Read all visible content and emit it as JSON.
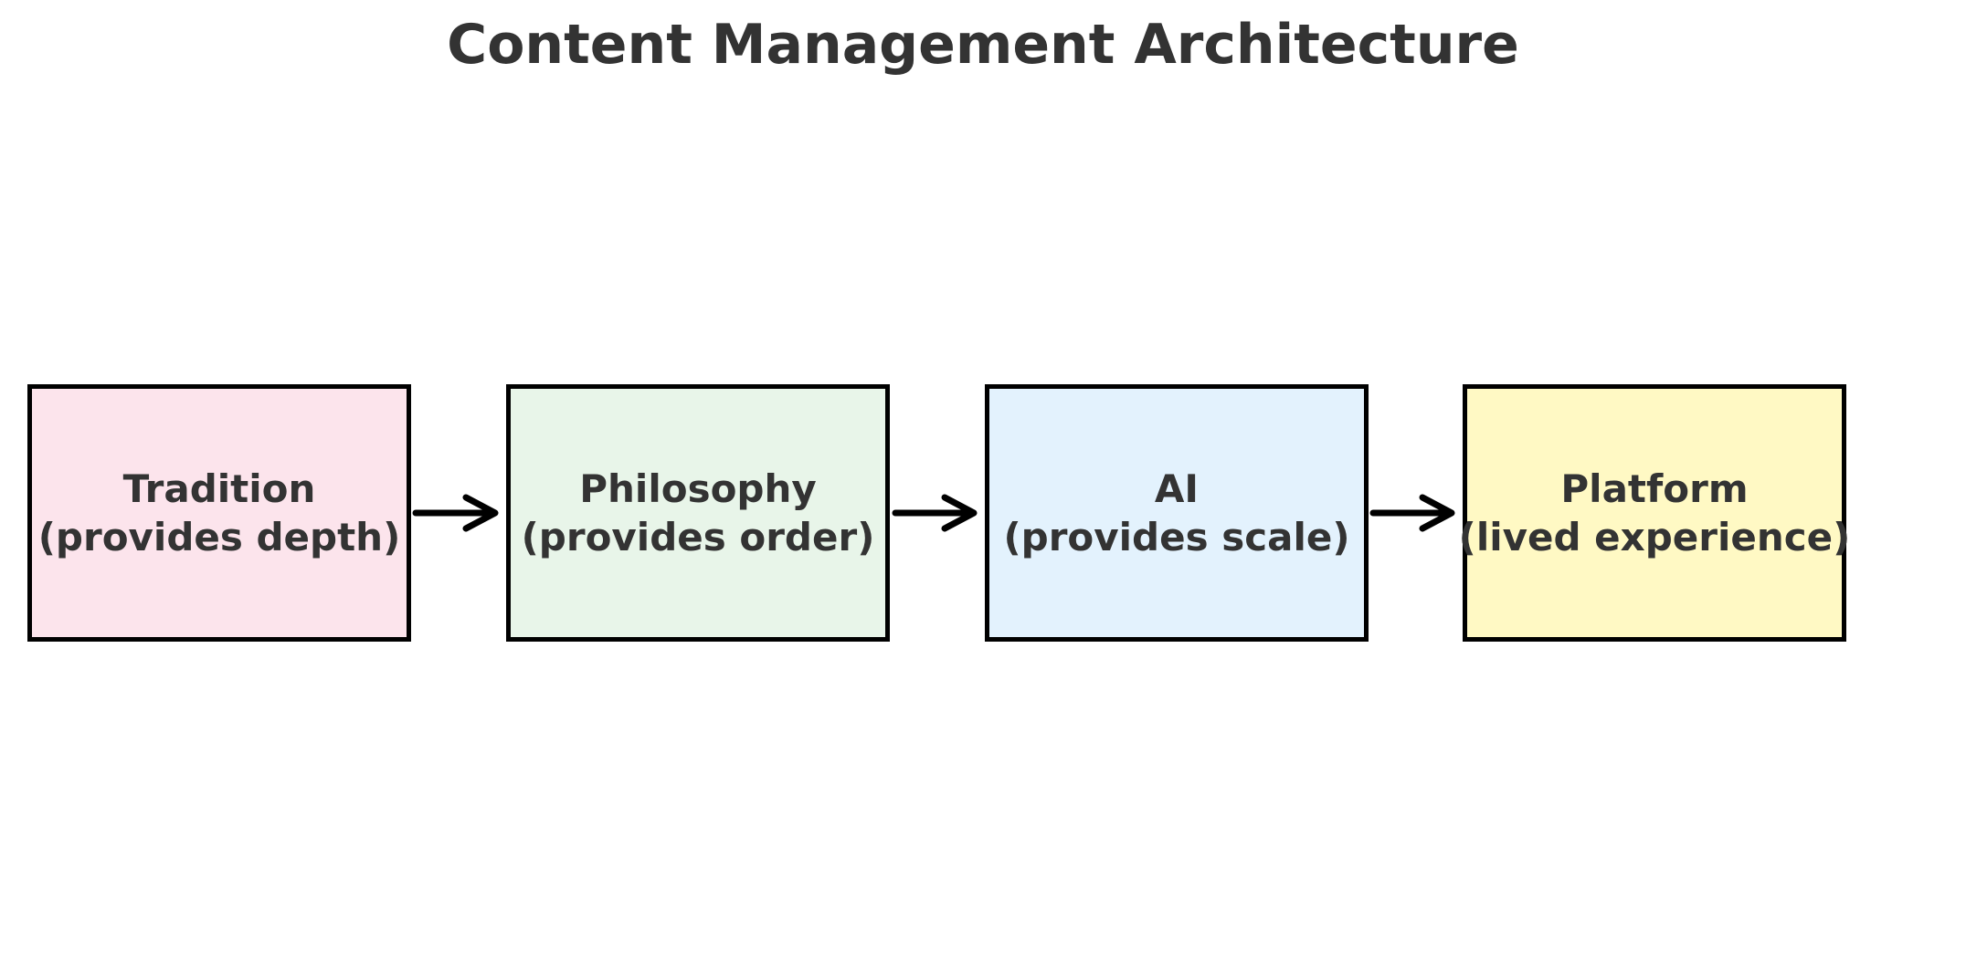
{
  "title": "Content Management Architecture",
  "colors": {
    "background": "#ffffff",
    "title_text": "#333333",
    "node_text": "#333333",
    "node_border": "#000000",
    "arrow": "#000000"
  },
  "diagram": {
    "nodes": [
      {
        "id": "tradition",
        "line1": "Tradition",
        "line2": "(provides depth)",
        "fill": "#fce4ec"
      },
      {
        "id": "philosophy",
        "line1": "Philosophy",
        "line2": "(provides order)",
        "fill": "#e8f5e9"
      },
      {
        "id": "ai",
        "line1": "AI",
        "line2": "(provides scale)",
        "fill": "#e3f2fd"
      },
      {
        "id": "platform",
        "line1": "Platform",
        "line2": "(lived experience)",
        "fill": "#fff9c4"
      }
    ],
    "connections": [
      {
        "from": "tradition",
        "to": "philosophy",
        "icon": "right-arrow-icon"
      },
      {
        "from": "philosophy",
        "to": "ai",
        "icon": "right-arrow-icon"
      },
      {
        "from": "ai",
        "to": "platform",
        "icon": "right-arrow-icon"
      }
    ]
  }
}
